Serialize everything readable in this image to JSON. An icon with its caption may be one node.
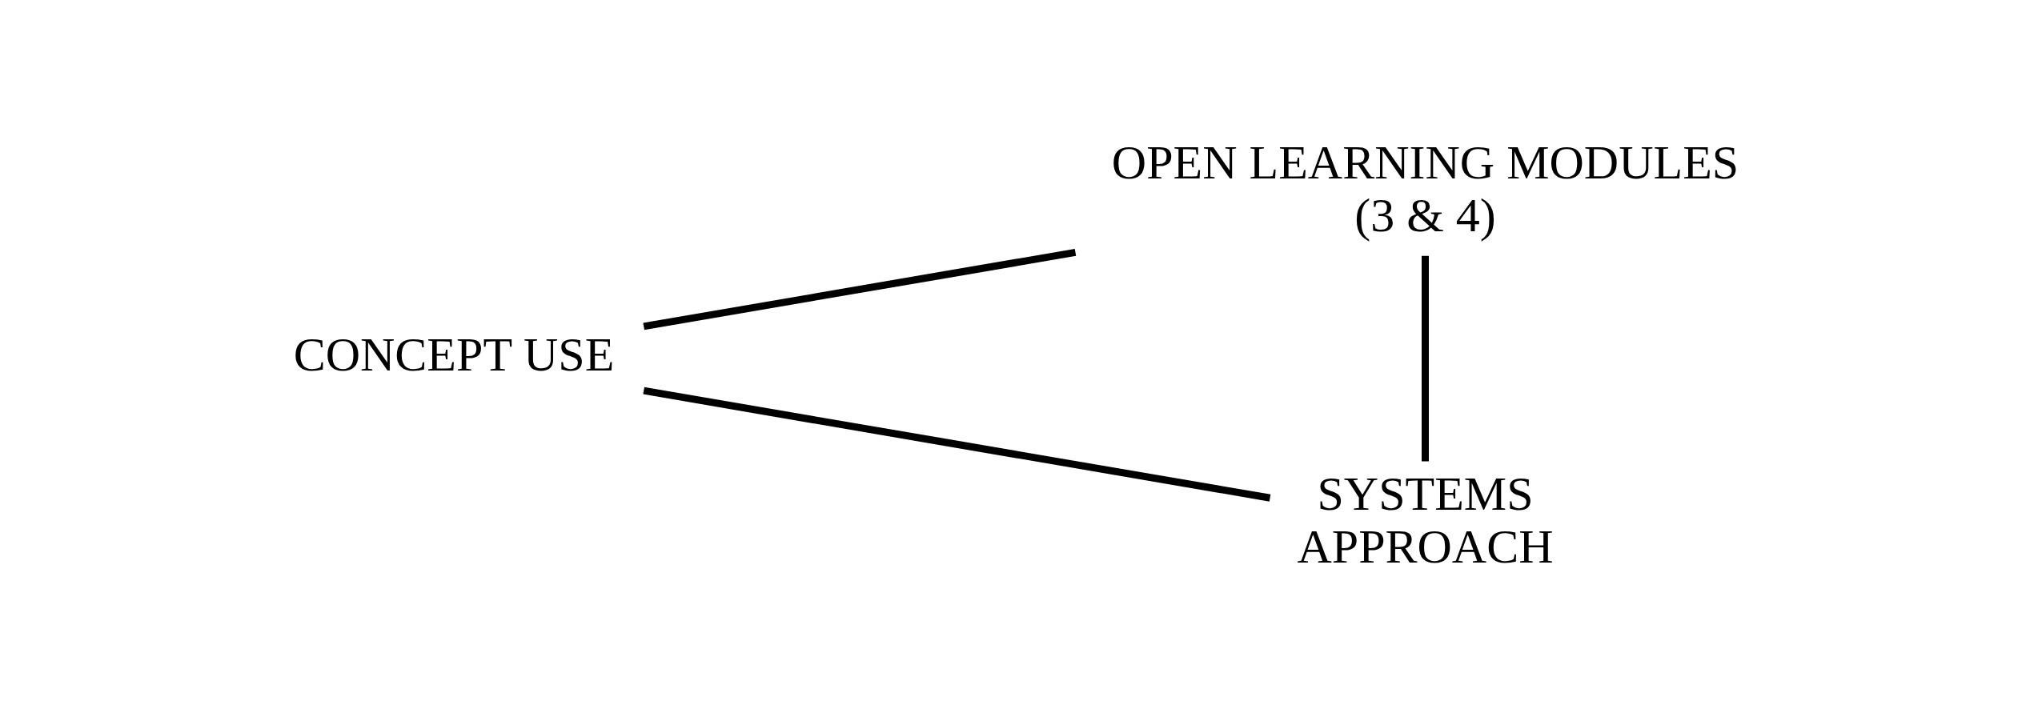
{
  "diagram": {
    "nodes": [
      {
        "text": [
          "CONCEPT USE"
        ]
      },
      {
        "text": [
          "OPEN LEARNING MODULES (3 & 4)"
        ]
      },
      {
        "text": [
          "SYSTEMS APPROACH"
        ]
      }
    ],
    "edges": [
      {
        "from": 0,
        "to": 1,
        "arrow": "none"
      },
      {
        "from": 1,
        "to": 2,
        "arrow": "none"
      },
      {
        "from": 0,
        "to": 2,
        "arrow": "none"
      }
    ]
  }
}
